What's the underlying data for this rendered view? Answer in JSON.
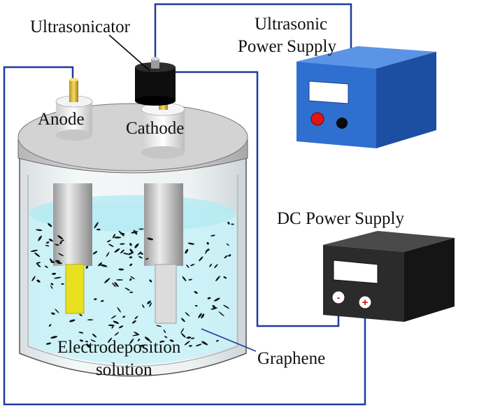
{
  "labels": {
    "ultrasonicator": "Ultrasonicator",
    "ultrasonic_power_supply_line1": "Ultrasonic",
    "ultrasonic_power_supply_line2": "Power Supply",
    "anode": "Anode",
    "cathode": "Cathode",
    "dc_power_supply": "DC Power Supply",
    "graphene": "Graphene",
    "electrodeposition_line1": "Electrodeposition",
    "electrodeposition_line2": "solution",
    "terminal_negative": "-",
    "terminal_positive": "+"
  },
  "colors": {
    "wire": "#1f3a9e",
    "ultrasonic_box_front": "#2f6fd0",
    "ultrasonic_box_top": "#5b94e6",
    "ultrasonic_box_side": "#1c4ea3",
    "dc_box_front": "#2b2b2b",
    "dc_box_top": "#4a4a4a",
    "dc_box_side": "#151515",
    "solution": "#c9f2f7",
    "anode_tip": "#e8e020",
    "lid": "#c8c8c8"
  }
}
